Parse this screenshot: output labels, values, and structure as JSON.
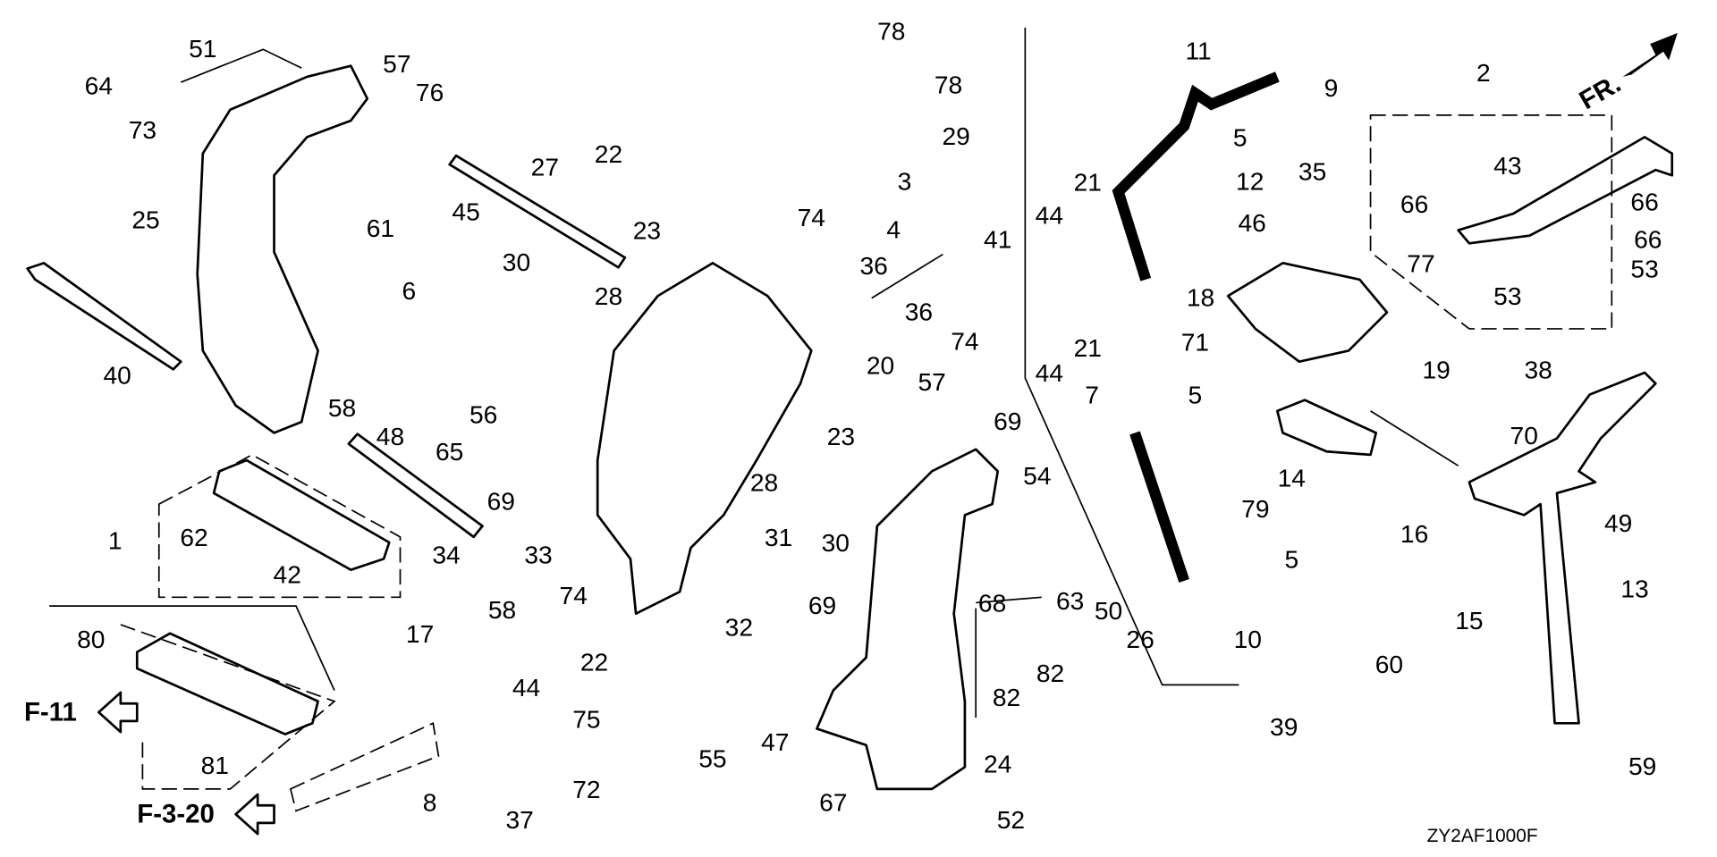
{
  "diagram": {
    "figure_code": "ZY2AF1000F",
    "front_indicator": "FR.",
    "references": [
      {
        "label": "F-11",
        "icon": "arrow-left-icon"
      },
      {
        "label": "F-3-20",
        "icon": "arrow-left-icon"
      }
    ],
    "callouts": [
      "51",
      "64",
      "73",
      "57",
      "76",
      "25",
      "61",
      "45",
      "6",
      "40",
      "27",
      "22",
      "23",
      "30",
      "28",
      "74",
      "36",
      "36",
      "74",
      "20",
      "78",
      "78",
      "29",
      "3",
      "4",
      "41",
      "11",
      "9",
      "5",
      "12",
      "35",
      "46",
      "21",
      "44",
      "21",
      "44",
      "71",
      "7",
      "5",
      "79",
      "5",
      "10",
      "18",
      "19",
      "14",
      "2",
      "43",
      "66",
      "66",
      "66",
      "77",
      "53",
      "53",
      "38",
      "70",
      "49",
      "13",
      "16",
      "15",
      "60",
      "39",
      "59",
      "58",
      "48",
      "65",
      "56",
      "69",
      "33",
      "34",
      "58",
      "74",
      "1",
      "62",
      "42",
      "80",
      "81",
      "17",
      "44",
      "8",
      "37",
      "22",
      "75",
      "55",
      "72",
      "47",
      "32",
      "31",
      "69",
      "23",
      "28",
      "30",
      "57",
      "69",
      "54",
      "68",
      "63",
      "50",
      "26",
      "82",
      "82",
      "24",
      "67",
      "52"
    ]
  }
}
